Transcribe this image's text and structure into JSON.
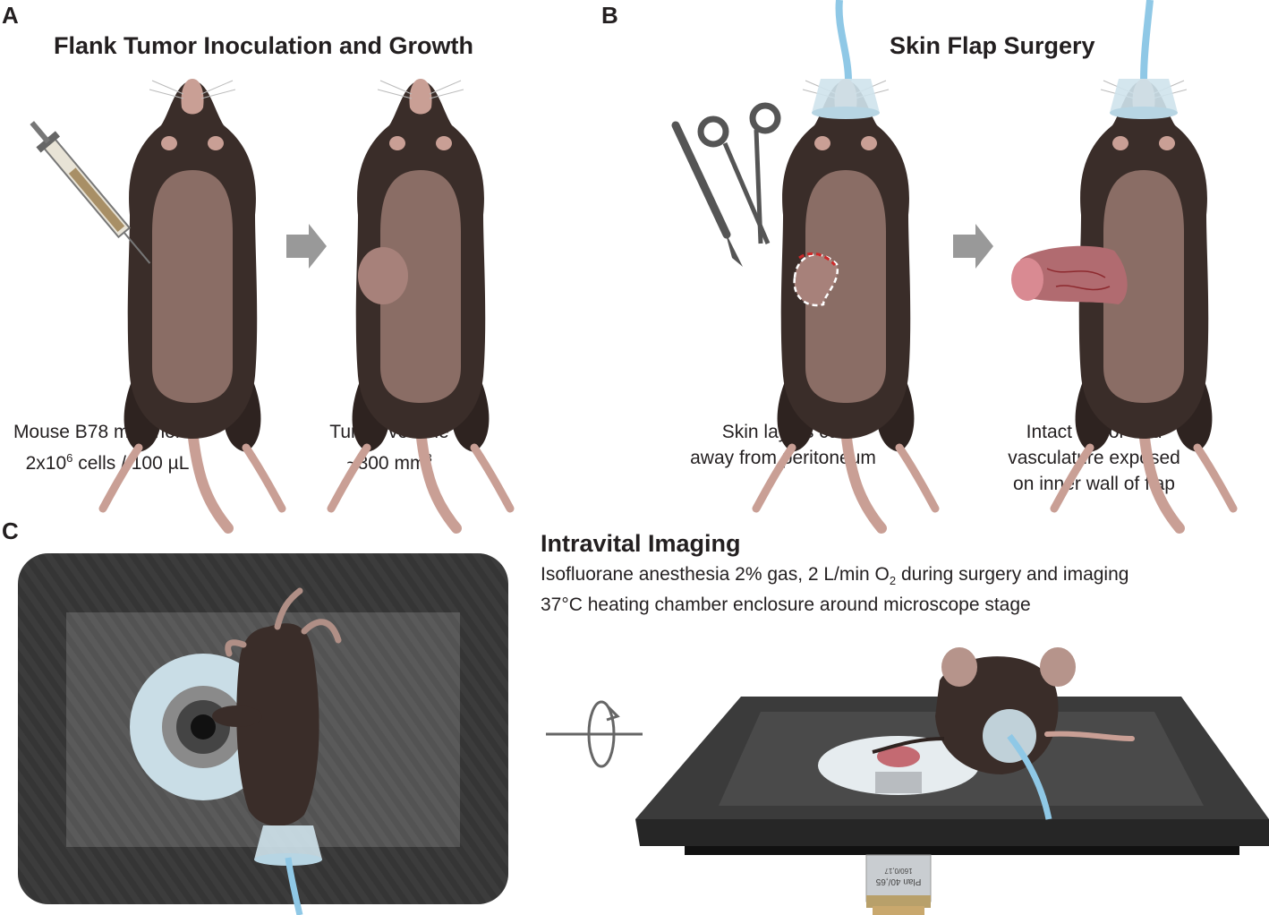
{
  "panels": {
    "a": {
      "letter": "A",
      "title": "Flank Tumor Inoculation and Growth",
      "left_caption": [
        "Mouse B78 melanoma",
        "2x10",
        "6",
        " cells / 100 µL"
      ],
      "right_caption": [
        "Tumor volume",
        "~300 mm",
        "3"
      ]
    },
    "b": {
      "letter": "B",
      "title": "Skin Flap Surgery",
      "left_caption": [
        "Skin layers cut",
        "away from peritoneum"
      ],
      "right_caption": [
        "Intact tumor and",
        "vasculature exposed",
        "on inner wall of flap"
      ]
    },
    "c": {
      "letter": "C",
      "title": "Intravital Imaging",
      "line1_pre": "Isofluorane anesthesia 2% gas, 2 L/min O",
      "line1_sub": "2",
      "line1_post": " during surgery and imaging",
      "line2": "37°C heating chamber enclosure around microscope stage",
      "objective_label": "Plan 40/,65",
      "objective_sub": "160/0,17"
    }
  },
  "colors": {
    "mouse_body": "#3a2d29",
    "mouse_belly": "#8a6d65",
    "tail": "#c99f95",
    "arrow": "#999999",
    "tube": "#8fc8e6",
    "tumor": "#c46a72",
    "stage_dark": "#3b3b3b"
  }
}
